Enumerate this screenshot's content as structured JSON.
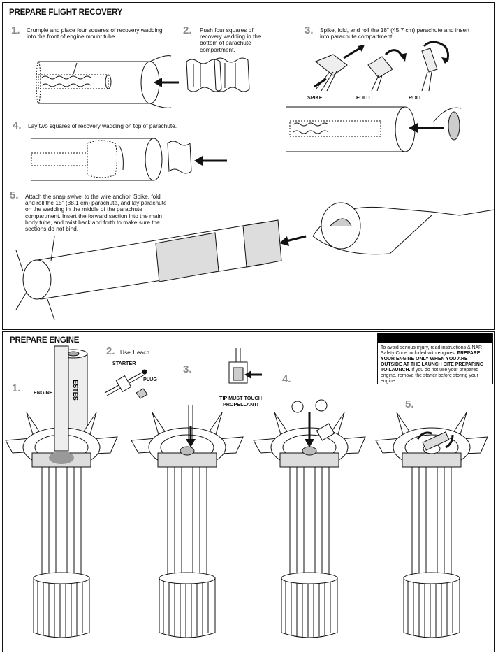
{
  "recovery": {
    "title": "PREPARE FLIGHT RECOVERY",
    "step1": {
      "num": "1.",
      "text": "Crumple and place four squares of recovery wadding into the front of engine mount tube."
    },
    "step2": {
      "num": "2.",
      "text": "Push four squares of recovery wadding in the bottom of parachute compartment."
    },
    "step3": {
      "num": "3.",
      "text": "Spike, fold, and roll the 18\" (45.7 cm) parachute and insert into parachute compartment.",
      "labels": [
        "SPIKE",
        "FOLD",
        "ROLL"
      ]
    },
    "step4": {
      "num": "4.",
      "text": "Lay two squares of recovery wadding on top of parachute."
    },
    "step5": {
      "num": "5.",
      "text": "Attach the snap swivel to the wire anchor. Spike, fold and roll the 15\" (38.1 cm) parachute, and lay parachute on the wadding in the middle of the parachute compartment. Insert the forward section into the main body tube, and twist back and forth to make sure the sections do not bind."
    }
  },
  "engine": {
    "title": "PREPARE ENGINE",
    "step1": {
      "num": "1.",
      "label": "ENGINE",
      "brand": "ESTES"
    },
    "step2": {
      "num": "2.",
      "text": "Use 1 each.",
      "starter": "STARTER",
      "plug": "PLUG"
    },
    "step3": {
      "num": "3.",
      "note": "TIP MUST TOUCH PROPELLANT!"
    },
    "step4": {
      "num": "4."
    },
    "step5": {
      "num": "5."
    }
  },
  "warning": {
    "text_a": "To avoid serious injury, read instructions & NAR Safety Code included with engines. ",
    "text_b": "PREPARE YOUR ENGINE ONLY WHEN YOU ARE OUTSIDE AT THE LAUNCH SITE PREPARING TO LAUNCH.",
    "text_c": " If you do not use your prepared engine, remove the starter before storing your engine."
  }
}
